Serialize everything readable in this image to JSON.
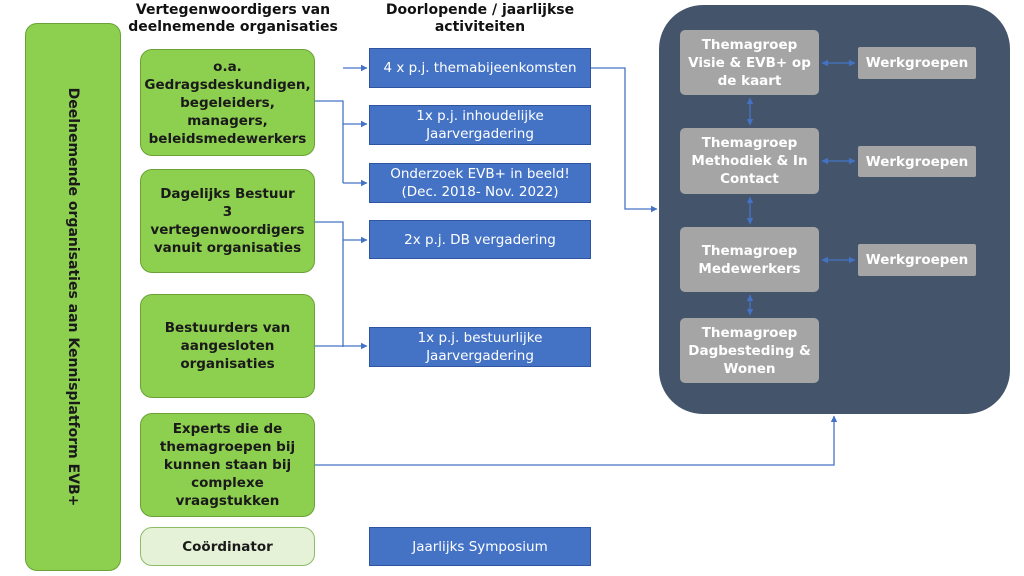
{
  "headers": {
    "representatives": "Vertegenwoordigers van\ndeelnemende organisaties",
    "activities": "Doorlopende / jaarlijkse\nactiviteiten"
  },
  "side_label": "Deelnemende organisaties aan Kennisplatform EVB+",
  "groups": {
    "staff": "o.a.\nGedragsdeskundigen,\nbegeleiders,\nmanagers,\nbeleidsmedewerkers",
    "daily_board": "Dagelijks Bestuur\n3\nvertegenwoordigers\nvanuit organisaties",
    "directors": "Bestuurders van\naangesloten\norganisaties",
    "experts": "Experts die de\nthemagroepen bij\nkunnen staan bij\ncomplexe\nvraagstukken",
    "coordinator": "Coördinator"
  },
  "activities": {
    "theme_meetings": "4 x p.j. themabijeenkomsten",
    "content_meeting": "1x p.j. inhoudelijke\nJaarvergadering",
    "research": "Onderzoek EVB+ in beeld!\n(Dec. 2018- Nov. 2022)",
    "db_meeting": "2x p.j. DB vergadering",
    "board_meeting": "1x p.j. bestuurlijke\nJaarvergadering",
    "symposium": "Jaarlijks Symposium"
  },
  "theme_groups": {
    "vision": "Themagroep\nVisie & EVB+ op\nde kaart",
    "method": "Themagroep\nMethodiek & In\nContact",
    "employees": "Themagroep\nMedewerkers",
    "daytime": "Themagroep\nDagbesteding &\nWonen"
  },
  "working_groups": [
    "Werkgroepen",
    "Werkgroepen",
    "Werkgroepen"
  ],
  "colors": {
    "green": "#8dcf4f",
    "light_green": "#e5f2d8",
    "blue": "#4473c5",
    "panel": "#44546a",
    "grey": "#a5a5a5"
  }
}
